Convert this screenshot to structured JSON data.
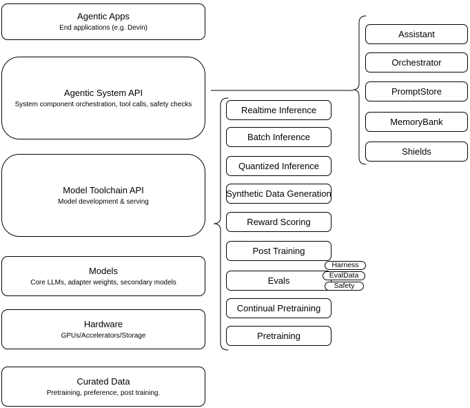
{
  "stack": {
    "layers": [
      {
        "title": "Agentic Apps",
        "subtitle": "End applications (e.g. Devin)"
      },
      {
        "title": "Agentic System API",
        "subtitle": "System component orchestration, tool calls, safety checks"
      },
      {
        "title": "Model Toolchain API",
        "subtitle": "Model development & serving"
      },
      {
        "title": "Models",
        "subtitle": "Core LLMs, adapter weights, secondary models"
      },
      {
        "title": "Hardware",
        "subtitle": "GPUs/Accelerators/Storage"
      },
      {
        "title": "Curated Data",
        "subtitle": "Pretraining, preference, post training."
      }
    ]
  },
  "toolchain_services": {
    "items": [
      "Realtime Inference",
      "Batch Inference",
      "Quantized Inference",
      "Synthetic Data Generation",
      "Reward Scoring",
      "Post Training",
      "Evals",
      "Continual Pretraining",
      "Pretraining"
    ]
  },
  "eval_tags": {
    "items": [
      "Harness",
      "EvalData",
      "Safety"
    ]
  },
  "system_components": {
    "items": [
      "Assistant",
      "Orchestrator",
      "PromptStore",
      "MemoryBank",
      "Shields"
    ]
  },
  "colors": {
    "stroke": "#000000",
    "fill": "#ffffff",
    "text": "#000000",
    "background": "#ffffff"
  }
}
